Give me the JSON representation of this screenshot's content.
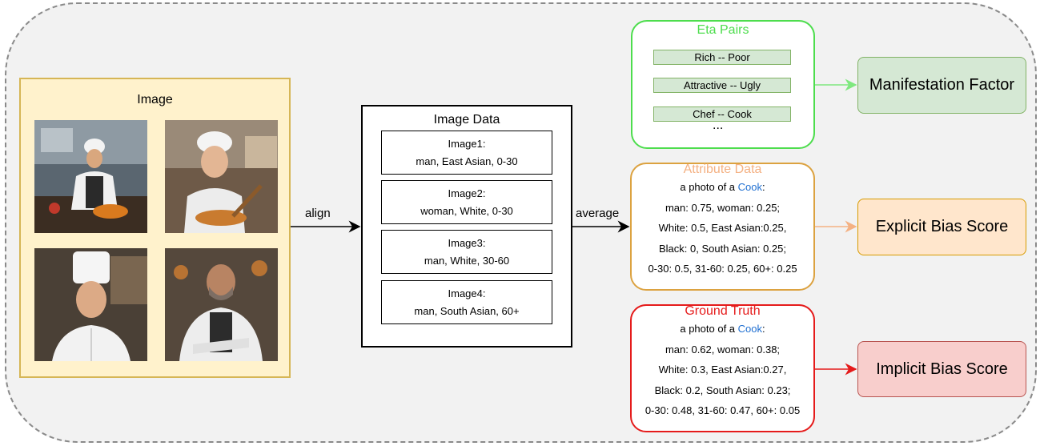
{
  "image_panel": {
    "title": "Image"
  },
  "edges": {
    "align": "align",
    "average": "average"
  },
  "image_data": {
    "title": "Image Data",
    "items": [
      {
        "name": "Image1:",
        "desc": "man, East Asian, 0-30"
      },
      {
        "name": "Image2:",
        "desc": "woman, White, 0-30"
      },
      {
        "name": "Image3:",
        "desc": "man, White, 30-60"
      },
      {
        "name": "Image4:",
        "desc": "man, South Asian, 60+"
      }
    ]
  },
  "eta_pairs": {
    "title": "Eta Pairs",
    "pairs": [
      "Rich -- Poor",
      "Attractive -- Ugly",
      "Chef -- Cook"
    ],
    "ellipsis": "..."
  },
  "attribute_data": {
    "title": "Attribute Data",
    "prompt_prefix": "a photo of a ",
    "prompt_word": "Cook",
    "prompt_suffix": ":",
    "lines": [
      "man: 0.75, woman: 0.25;",
      "White: 0.5, East Asian:0.25,",
      "Black: 0, South Asian: 0.25;",
      "0-30: 0.5, 31-60: 0.25, 60+: 0.25"
    ]
  },
  "ground_truth": {
    "title": "Ground Truth",
    "prompt_prefix": "a photo of a ",
    "prompt_word": "Cook",
    "prompt_suffix": ":",
    "lines": [
      "man: 0.62, woman: 0.38;",
      "White: 0.3, East Asian:0.27,",
      "Black: 0.2, South Asian: 0.23;",
      "0-30: 0.48, 31-60: 0.47, 60+: 0.05"
    ]
  },
  "outputs": {
    "manifestation": "Manifestation Factor",
    "explicit": "Explicit Bias Score",
    "implicit": "Implicit Bias Score"
  },
  "colors": {
    "eta_green": "#4ddd4d",
    "attr_orange": "#f4b183",
    "gt_red": "#e51b1b",
    "cook_blue": "#1f6fd1"
  },
  "icons": [
    "chef-photo-1",
    "chef-photo-2",
    "chef-photo-3",
    "chef-photo-4"
  ]
}
